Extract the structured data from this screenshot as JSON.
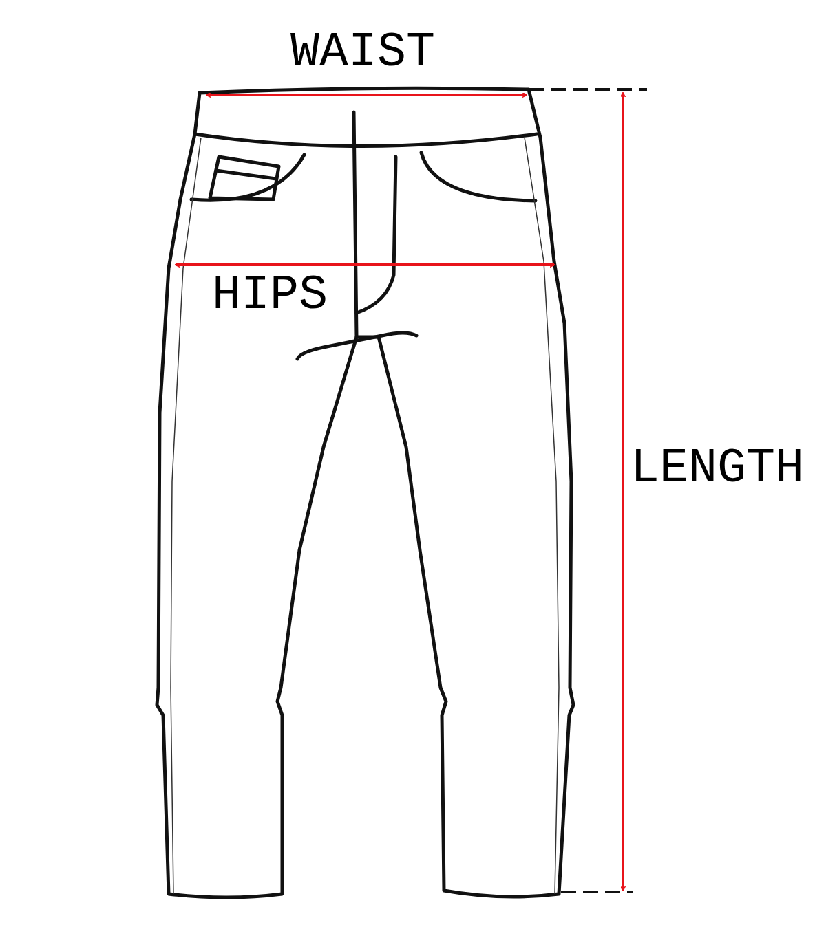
{
  "diagram": {
    "labels": [
      "WAIST",
      "HIPS",
      "LENGTH"
    ]
  }
}
